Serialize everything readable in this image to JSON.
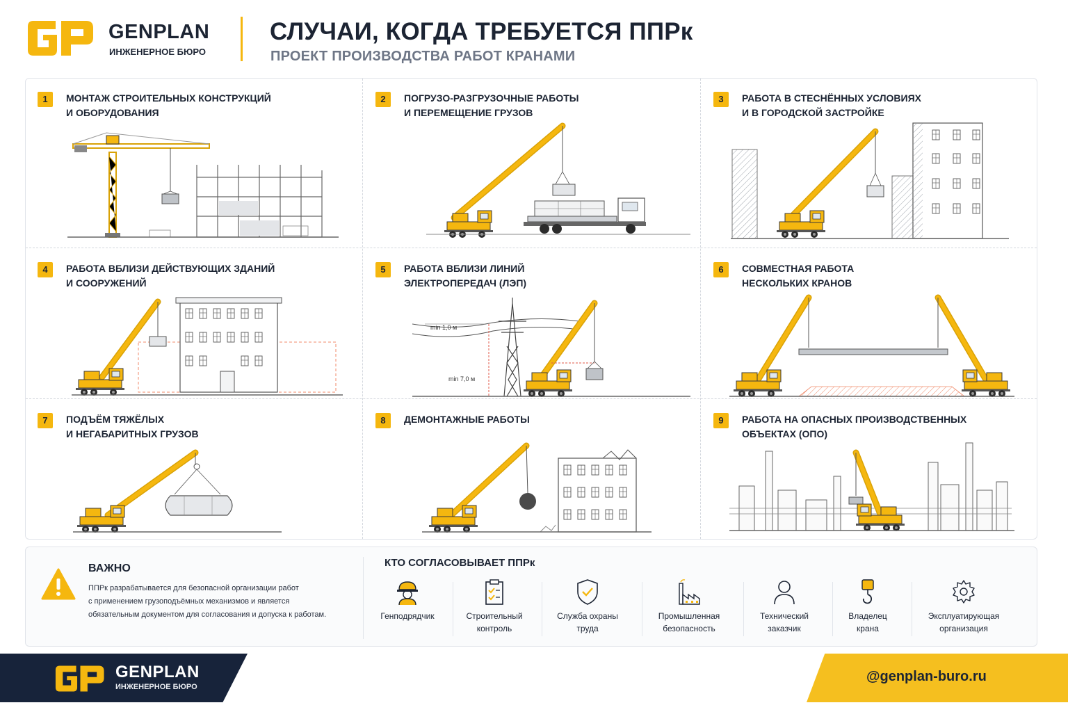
{
  "brand": {
    "name": "GENPLAN",
    "subtitle": "ИНЖЕНЕРНОЕ БЮРО",
    "accent_color": "#f5b70f",
    "dark_color": "#1c2433"
  },
  "header": {
    "title": "СЛУЧАИ, КОГДА ТРЕБУЕТСЯ ППРк",
    "subtitle": "ПРОЕКТ ПРОИЗВОДСТВА РАБОТ КРАНАМИ"
  },
  "cases": [
    {
      "num": "1",
      "line1": "МОНТАЖ СТРОИТЕЛЬНЫХ КОНСТРУКЦИЙ",
      "line2": "И ОБОРУДОВАНИЯ",
      "icon": "tower-crane-building-illustration"
    },
    {
      "num": "2",
      "line1": "ПОГРУЗО-РАЗГРУЗОЧНЫЕ РАБОТЫ",
      "line2": "И ПЕРЕМЕЩЕНИЕ ГРУЗОВ",
      "icon": "mobile-crane-truck-illustration"
    },
    {
      "num": "3",
      "line1": "РАБОТА В СТЕСНЁННЫХ УСЛОВИЯХ",
      "line2": "И В ГОРОДСКОЙ ЗАСТРОЙКЕ",
      "icon": "crane-between-buildings-illustration"
    },
    {
      "num": "4",
      "line1": "РАБОТА ВБЛИЗИ ДЕЙСТВУЮЩИХ ЗДАНИЙ",
      "line2": "И СООРУЖЕНИЙ",
      "icon": "crane-near-building-illustration"
    },
    {
      "num": "5",
      "line1": "РАБОТА ВБЛИЗИ ЛИНИЙ",
      "line2": "ЭЛЕКТРОПЕРЕДАЧ (ЛЭП)",
      "icon": "crane-near-power-line-illustration",
      "dims": {
        "top": "min 1,0 м",
        "bottom": "min 7,0 м"
      }
    },
    {
      "num": "6",
      "line1": "СОВМЕСТНАЯ РАБОТА",
      "line2": "НЕСКОЛЬКИХ КРАНОВ",
      "icon": "two-cranes-tandem-lift-illustration"
    },
    {
      "num": "7",
      "line1": "ПОДЪЁМ ТЯЖЁЛЫХ",
      "line2": "И НЕГАБАРИТНЫХ ГРУЗОВ",
      "icon": "crane-heavy-tank-illustration"
    },
    {
      "num": "8",
      "line1": "ДЕМОНТАЖНЫЕ РАБОТЫ",
      "line2": "",
      "icon": "crane-wrecking-ball-illustration"
    },
    {
      "num": "9",
      "line1": "РАБОТА НА ОПАСНЫХ ПРОИЗВОДСТВЕННЫХ",
      "line2": "ОБЪЕКТАХ (ОПО)",
      "icon": "crane-industrial-plant-illustration"
    }
  ],
  "important": {
    "title": "ВАЖНО",
    "line1": "ППРк разрабатывается для безопасной организации работ",
    "line2": "с применением грузоподъёмных механизмов и является",
    "line3": "обязательным документом для согласования и допуска к работам.",
    "icon": "warning-triangle-icon"
  },
  "agreement": {
    "title": "КТО СОГЛАСОВЫВАЕТ ППРк",
    "agencies": [
      {
        "l1": "Генподрядчик",
        "l2": "",
        "icon": "worker-helmet-icon"
      },
      {
        "l1": "Строительный",
        "l2": "контроль",
        "icon": "clipboard-check-icon"
      },
      {
        "l1": "Служба охраны",
        "l2": "труда",
        "icon": "shield-check-icon"
      },
      {
        "l1": "Промышленная",
        "l2": "безопасность",
        "icon": "factory-icon"
      },
      {
        "l1": "Технический",
        "l2": "заказчик",
        "icon": "person-icon"
      },
      {
        "l1": "Владелец",
        "l2": "крана",
        "icon": "crane-hook-icon"
      },
      {
        "l1": "Эксплуатирующая",
        "l2": "организация",
        "icon": "gear-icon"
      }
    ]
  },
  "footer": {
    "name": "GENPLAN",
    "subtitle": "ИНЖЕНЕРНОЕ БЮРО",
    "handle": "@genplan-buro.ru"
  }
}
